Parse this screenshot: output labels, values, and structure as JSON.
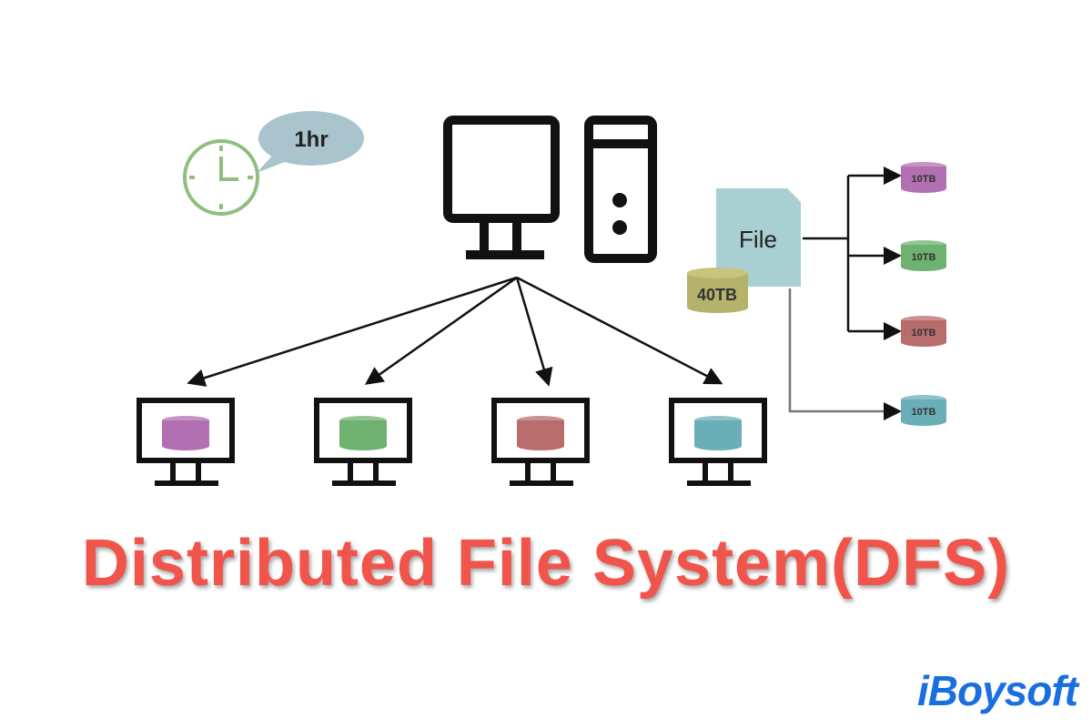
{
  "bubble_text": "1hr",
  "file_label": "File",
  "source_size": "40TB",
  "chunk_size": "10TB",
  "title": "Distributed File System(DFS)",
  "logo": "iBoysoft",
  "colors": {
    "purple": "#b26fb2",
    "green": "#6fb26f",
    "red": "#b86c6c",
    "teal": "#6aaeb8",
    "title": "#f0544a",
    "logo": "#1a6fe0"
  }
}
